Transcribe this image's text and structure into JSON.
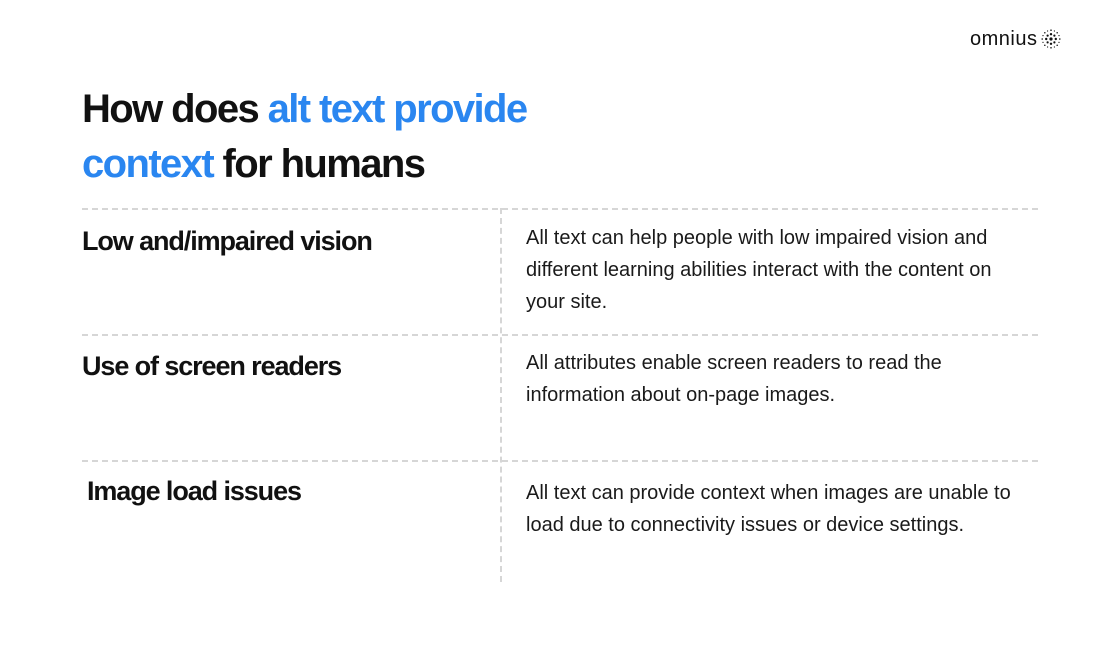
{
  "brand": {
    "name": "omnius",
    "logo_icon": "omnius-dot-sphere-logo"
  },
  "colors": {
    "accent": "#2a86f0",
    "text": "#111111",
    "divider": "#d6d6d6"
  },
  "heading": {
    "part1": "How does ",
    "accent1": "alt text provide",
    "accent2": "context",
    "part2": " for humans"
  },
  "rows": [
    {
      "title": "Low and/impaired vision",
      "description": "All text can help people with low impaired vision and different learning abilities interact with the content on your site."
    },
    {
      "title": "Use of screen readers",
      "description": "All attributes enable screen readers to read the information about on-page images."
    },
    {
      "title": "Image load issues",
      "description": "All text can provide context when images are unable to load due to connectivity issues or device settings."
    }
  ]
}
